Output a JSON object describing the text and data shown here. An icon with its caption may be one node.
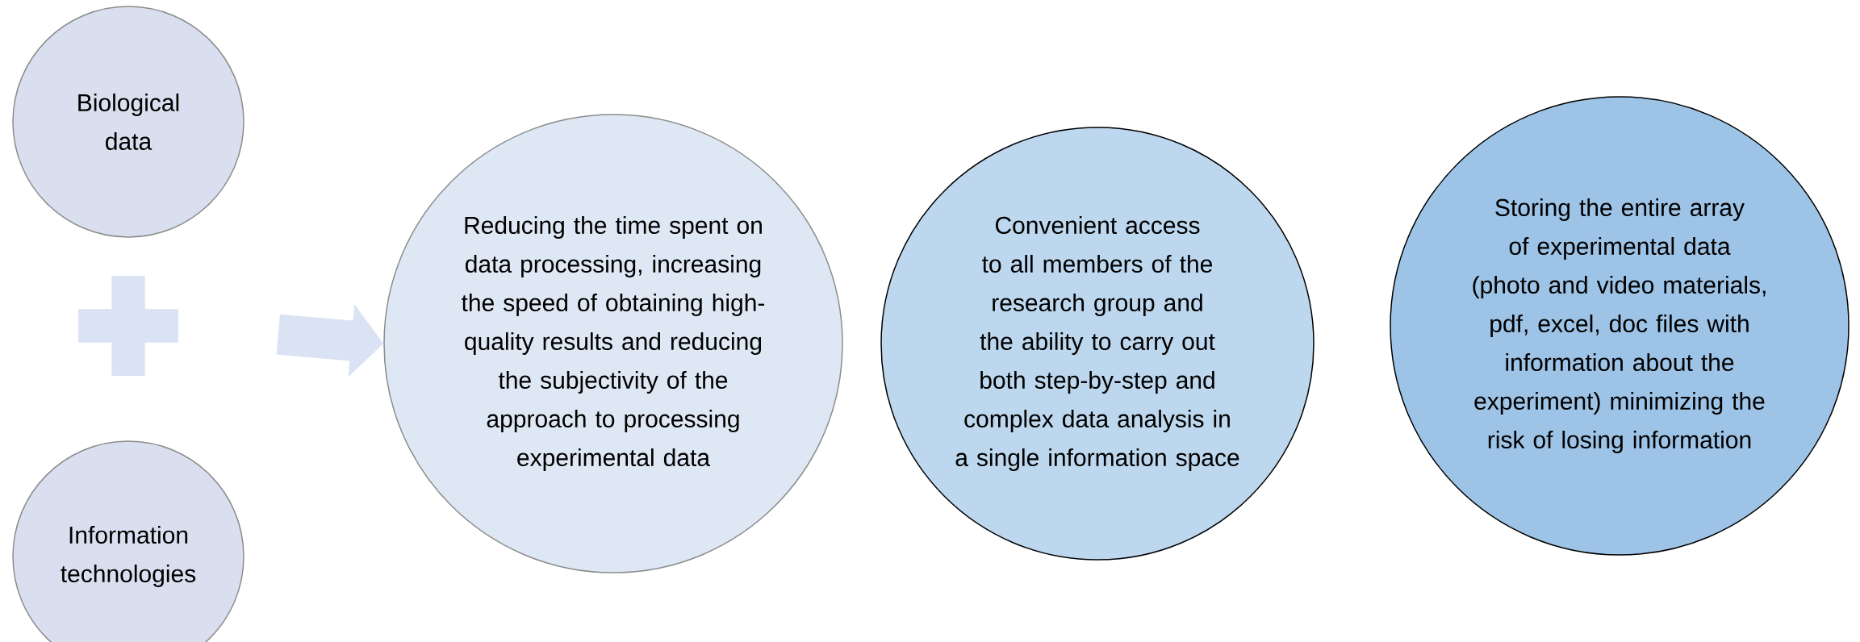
{
  "diagram": {
    "nodes": [
      {
        "text": [
          "Biological data"
        ]
      },
      {
        "text": [],
        "shape": "plus"
      },
      {
        "text": [
          "Information technologies"
        ]
      },
      {
        "text": [
          "Reducing the time spent on data processing, increasing the speed of obtaining high-quality results and reducing the subjectivity of the approach to processing experimental data"
        ]
      },
      {
        "text": [
          "Convenient access to all members of the research group and the ability to carry out both step-by-step and complex data analysis in a single information space"
        ]
      },
      {
        "text": [
          "Storing the entire array of experimental data (photo and video materials, pdf, excel, doc files with information about the experiment) minimizing the risk of losing information"
        ]
      }
    ],
    "edges": [
      {
        "from": 1,
        "to": 3,
        "arrow": "to"
      }
    ]
  }
}
